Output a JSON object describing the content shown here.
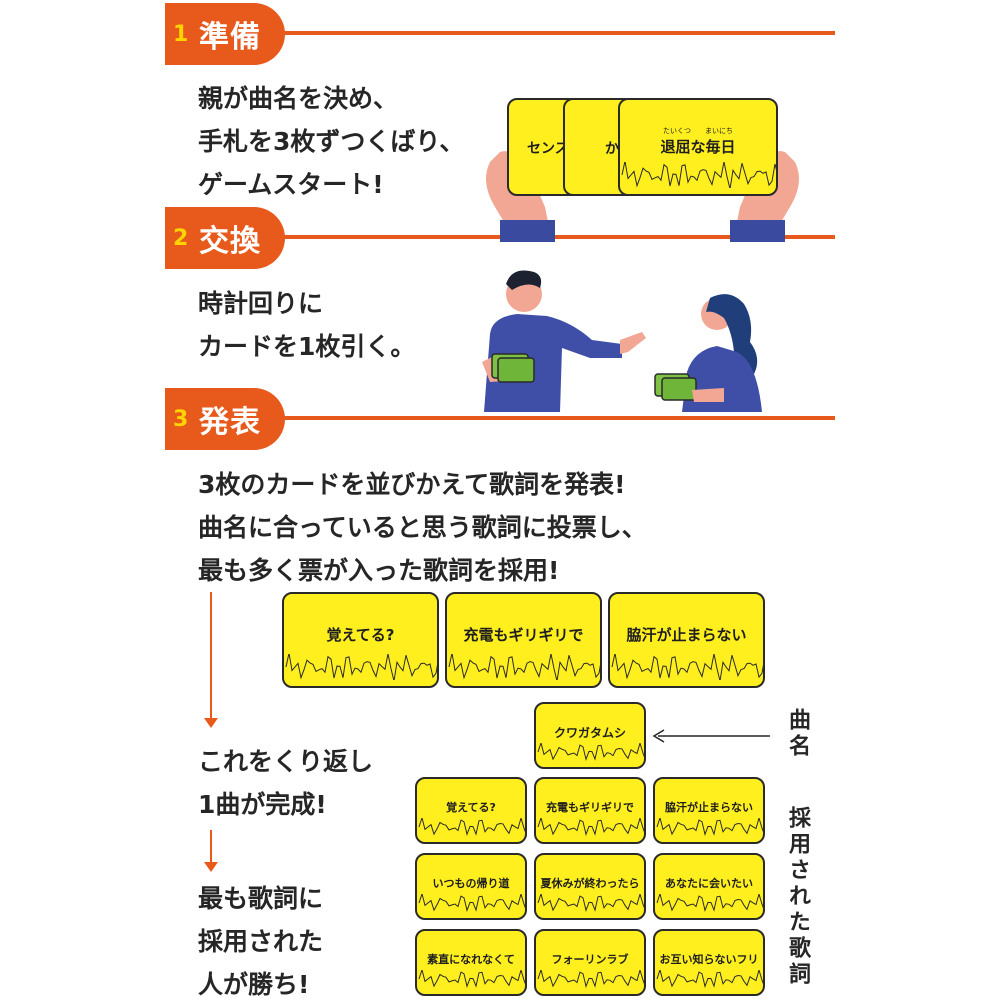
{
  "steps": [
    {
      "num": "1",
      "title": "準備"
    },
    {
      "num": "2",
      "title": "交換"
    },
    {
      "num": "3",
      "title": "発表"
    }
  ],
  "step1": {
    "lines": [
      "親が曲名を決め、",
      "手札を3枚ずつくばり、",
      "ゲームスタート!"
    ],
    "cards": [
      "センス",
      "か",
      "退屈な毎日"
    ],
    "ruby": "たいくつ　　まいにち"
  },
  "step2": {
    "lines": [
      "時計回りに",
      "カードを1枚引く。"
    ]
  },
  "step3": {
    "lines": [
      "3枚のカードを並びかえて歌詞を発表!",
      "曲名に合っていると思う歌詞に投票し、",
      "最も多く票が入った歌詞を採用!"
    ],
    "top_cards": [
      "覚えてる?",
      "充電もギリギリで",
      "脇汗が止まらない"
    ]
  },
  "repeat": {
    "lines": [
      "これをくり返し",
      "1曲が完成!"
    ]
  },
  "winner": {
    "lines": [
      "最も歌詞に",
      "採用された",
      "人が勝ち!"
    ]
  },
  "song": {
    "title_card": "クワガタムシ",
    "title_label": "曲名",
    "lyrics_label": "採用された歌詞",
    "rows": [
      [
        "覚えてる?",
        "充電もギリギリで",
        "脇汗が止まらない"
      ],
      [
        "いつもの帰り道",
        "夏休みが終わったら",
        "あなたに会いたい"
      ],
      [
        "素直になれなくて",
        "フォーリンラブ",
        "お互い知らないフリ"
      ]
    ]
  },
  "colors": {
    "accent": "#e85a1c",
    "card": "#ffef1f",
    "badge_num": "#ffd400"
  }
}
